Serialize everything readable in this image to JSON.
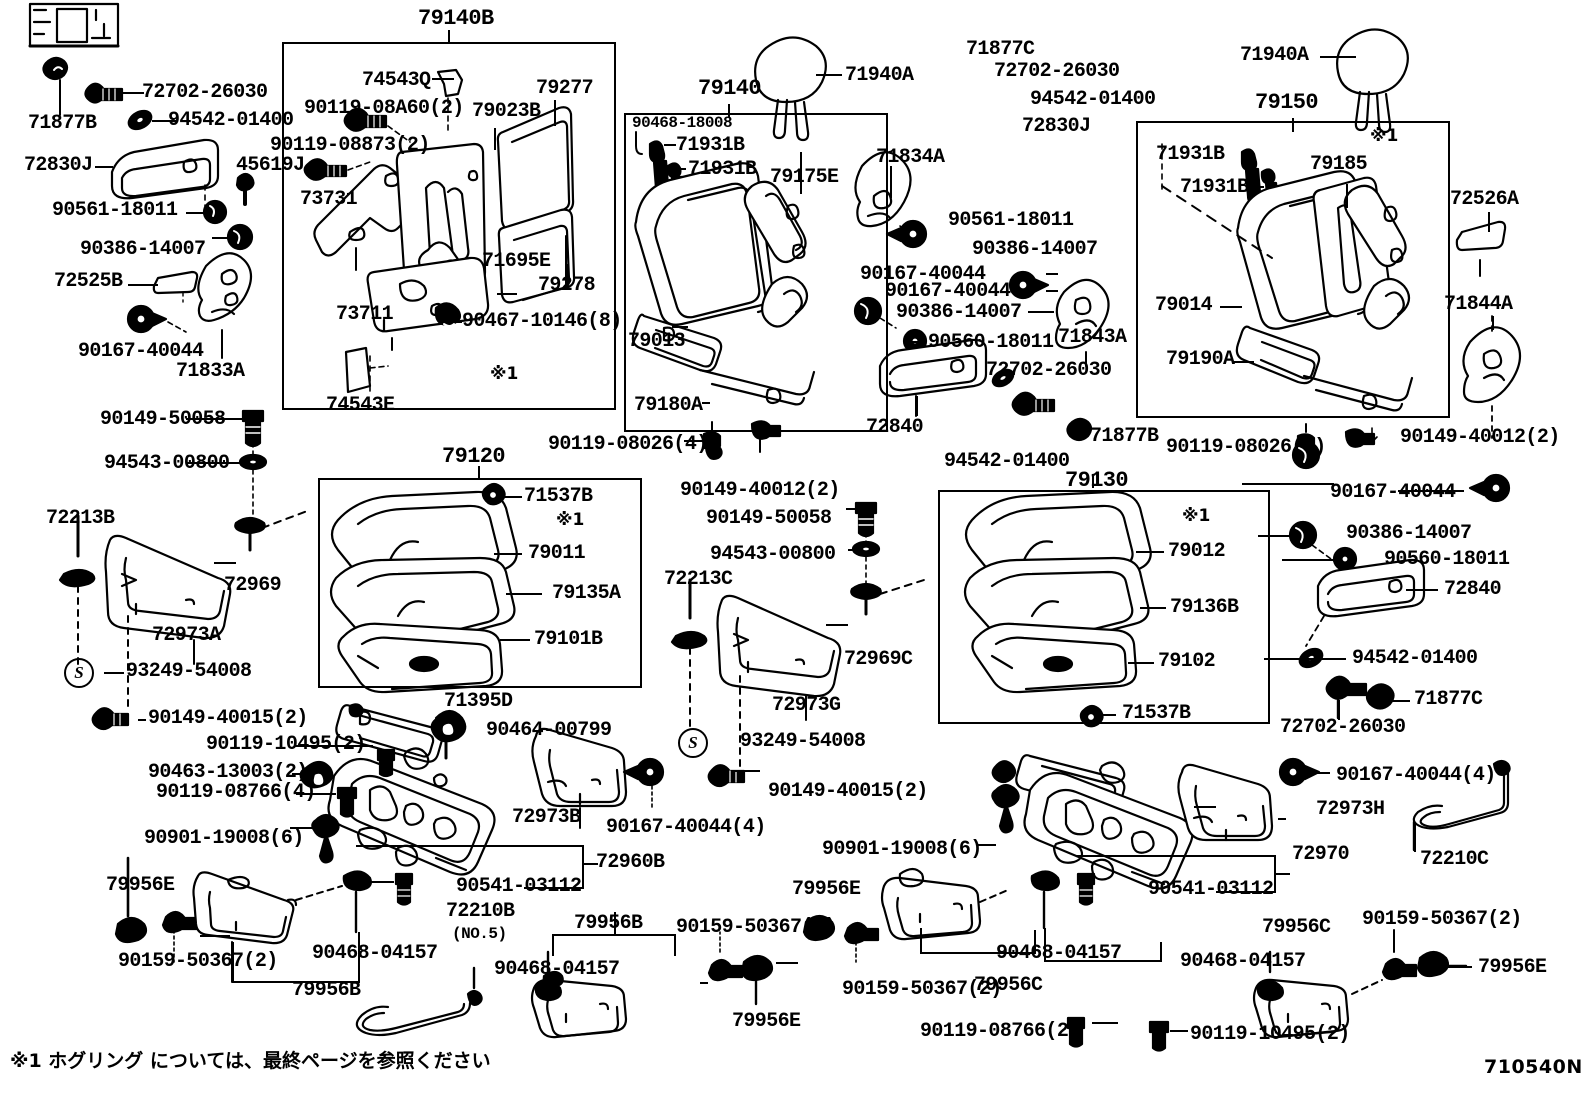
{
  "document": {
    "diagram_code": "710540N",
    "footnote": "※1 ホグリング については、最終ページを参照ください",
    "star_mark": "※1"
  },
  "groups": {
    "g79140B": {
      "id": "79140B"
    },
    "g79140": {
      "id": "79140"
    },
    "g79150": {
      "id": "79150"
    },
    "g79120": {
      "id": "79120"
    },
    "g79130": {
      "id": "79130"
    }
  },
  "labels": {
    "l001": "79140B",
    "l002": "71877B",
    "l003": "72702-26030",
    "l004": "94542-01400",
    "l005": "72830J",
    "l006": "45619J",
    "l007": "90561-18011",
    "l008": "90386-14007",
    "l009": "72525B",
    "l010": "90167-40044",
    "l011": "71833A",
    "l012": "90149-50058",
    "l013": "94543-00800",
    "l014": "72213B",
    "l015": "72969",
    "l016": "72973A",
    "l017": "93249-54008",
    "l018": "S",
    "l019": "90149-40015(2)",
    "l020": "90119-10495(2)",
    "l021": "90463-13003(2)",
    "l022": "90119-08766(4)",
    "l023": "90901-19008(6)",
    "l024": "79956E",
    "l025": "90159-50367(2)",
    "l026": "90468-04157",
    "l027": "79956B",
    "l028": "74543Q",
    "l029": "90119-08A60(2)",
    "l030": "90119-08873(2)",
    "l031": "73731",
    "l032": "73711",
    "l033": "74543E",
    "l034": "79023B",
    "l035": "79277",
    "l036": "71695E",
    "l037": "79278",
    "l038": "90467-10146(8)",
    "l039": "79120",
    "l040": "71537B",
    "l041": "79011",
    "l042": "79135A",
    "l043": "79101B",
    "l044": "71395D",
    "l045": "90464-00799",
    "l046": "72973B",
    "l047": "90167-40044(4)",
    "l048": "72960B",
    "l049": "90541-03112",
    "l050": "72210B",
    "l051": "(NO.5)",
    "l052": "79956B",
    "l053": "90468-04157",
    "l054": "79956E",
    "l055": "90159-50367(2)",
    "l056": "79140",
    "l057": "90468-18008",
    "l058": "71931B",
    "l059": "71931B",
    "l060": "79175E",
    "l061": "79013",
    "l062": "79180A",
    "l063": "71940A",
    "l064": "71834A",
    "l065": "90167-40044",
    "l066": "90167-40044",
    "l067": "90386-14007",
    "l068": "90560-18011",
    "l069": "72840",
    "l070": "72702-26030",
    "l071": "94542-01400",
    "l072": "71877B",
    "l073": "90119-08026(4)",
    "l074": "90149-40012(2)",
    "l075": "90149-50058",
    "l076": "94543-00800",
    "l077": "72213C",
    "l078": "72969C",
    "l079": "72973G",
    "l080": "93249-54008",
    "l081": "S",
    "l082": "90149-40015(2)",
    "l083": "90901-19008(6)",
    "l084": "79956E",
    "l085": "90159-50367(2)",
    "l086": "79956E",
    "l087": "90159-50367(2)",
    "l088": "79956C",
    "l089": "90468-04157",
    "l090": "90119-08766(2)",
    "l091": "71877C",
    "l092": "72702-26030",
    "l093": "94542-01400",
    "l094": "72830J",
    "l095": "90561-18011",
    "l096": "90386-14007",
    "l097": "71843A",
    "l098": "71940A",
    "l099": "79150",
    "l100": "71931B",
    "l101": "71931B",
    "l102": "79185",
    "l103": "72526A",
    "l104": "79014",
    "l105": "79190A",
    "l106": "71844A",
    "l107": "90149-40012(2)",
    "l108": "90167-40044",
    "l109": "90386-14007",
    "l110": "90560-18011",
    "l111": "72840",
    "l112": "94542-01400",
    "l113": "71877C",
    "l114": "72702-26030",
    "l115": "79130",
    "l116": "79012",
    "l117": "79136B",
    "l118": "79102",
    "l119": "71537B",
    "l120": "90167-40044(4)",
    "l121": "72973H",
    "l122": "72970",
    "l123": "90541-03112",
    "l124": "72210C",
    "l125": "79956C",
    "l126": "90468-04157",
    "l127": "90119-10495(2)",
    "l128": "90159-50367(2)",
    "l129": "79956E",
    "l130": "90119-08026(4)"
  }
}
